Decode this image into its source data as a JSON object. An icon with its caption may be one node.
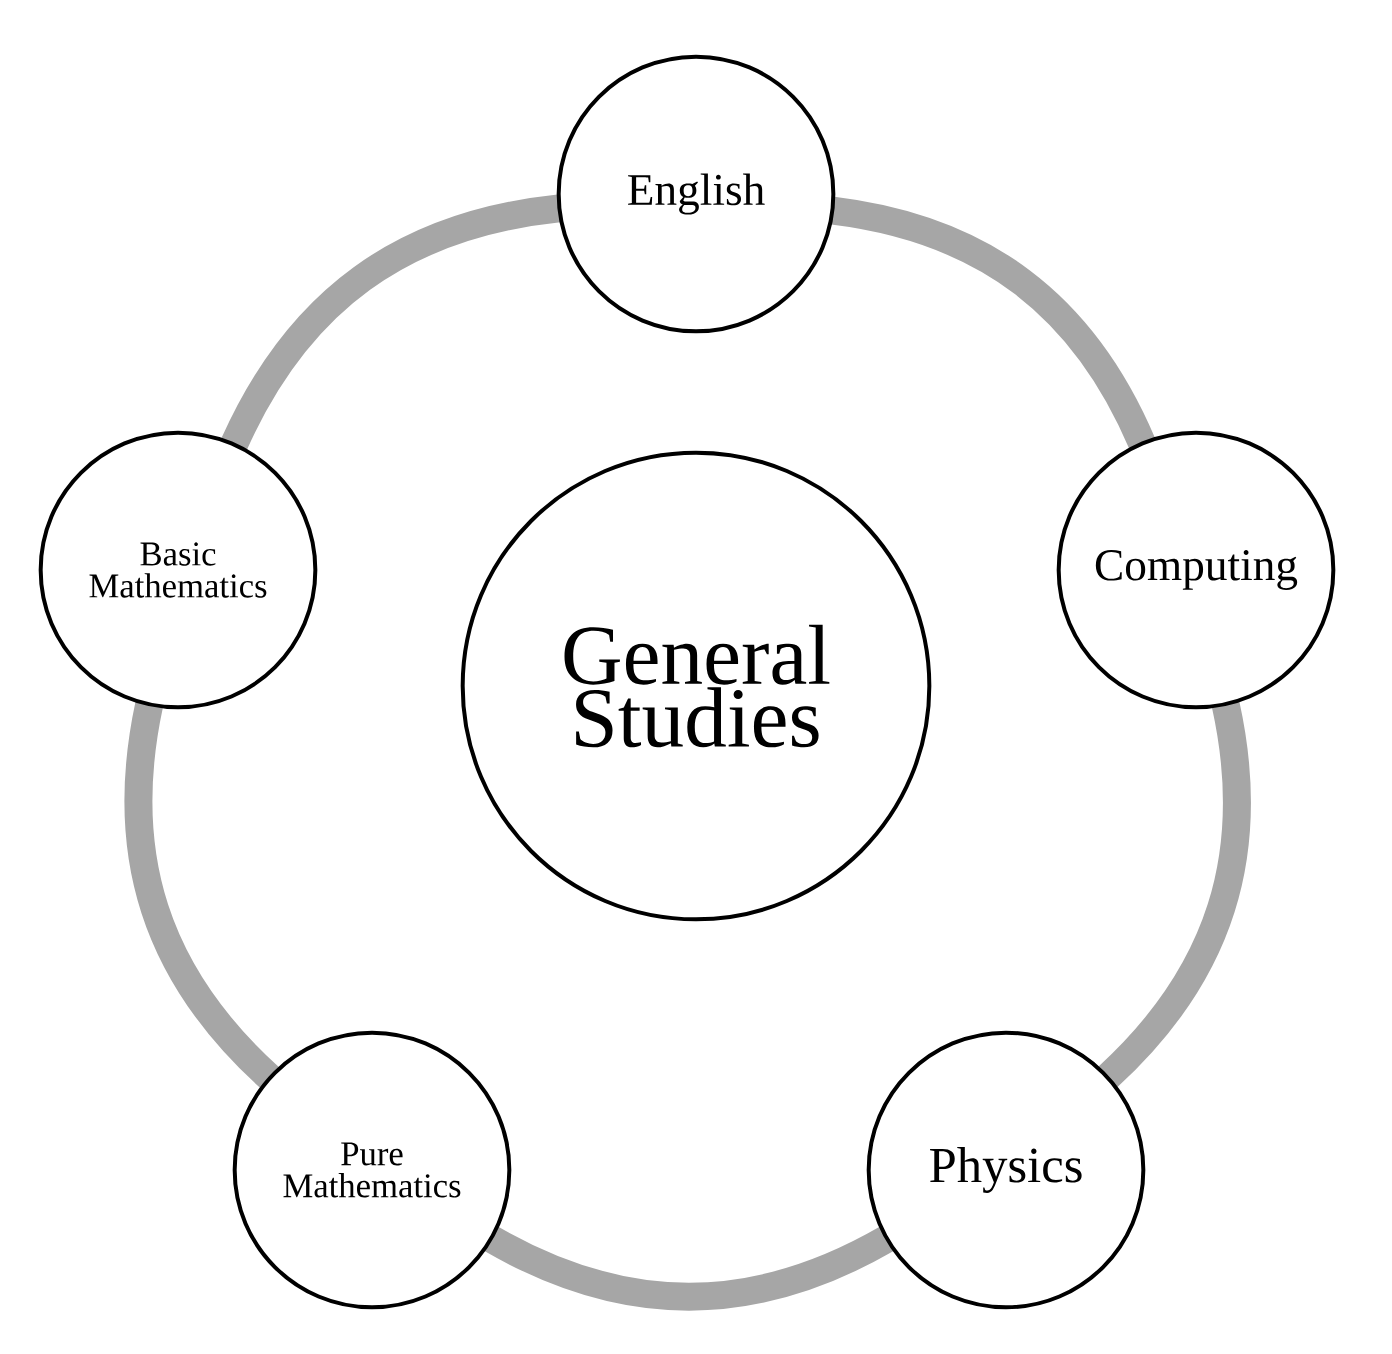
{
  "diagram": {
    "nodes": [
      {
        "text": [
          "General Studies"
        ]
      },
      {
        "text": [
          "English"
        ]
      },
      {
        "text": [
          "Computing"
        ]
      },
      {
        "text": [
          "Physics"
        ]
      },
      {
        "text": [
          "Pure Mathematics"
        ]
      },
      {
        "text": [
          "Basic Mathematics"
        ]
      }
    ],
    "edges": [
      {
        "from": 1,
        "to": 2,
        "arrow": "none"
      },
      {
        "from": 2,
        "to": 3,
        "arrow": "none"
      },
      {
        "from": 3,
        "to": 4,
        "arrow": "none"
      },
      {
        "from": 4,
        "to": 5,
        "arrow": "none"
      },
      {
        "from": 5,
        "to": 1,
        "arrow": "none"
      }
    ]
  }
}
